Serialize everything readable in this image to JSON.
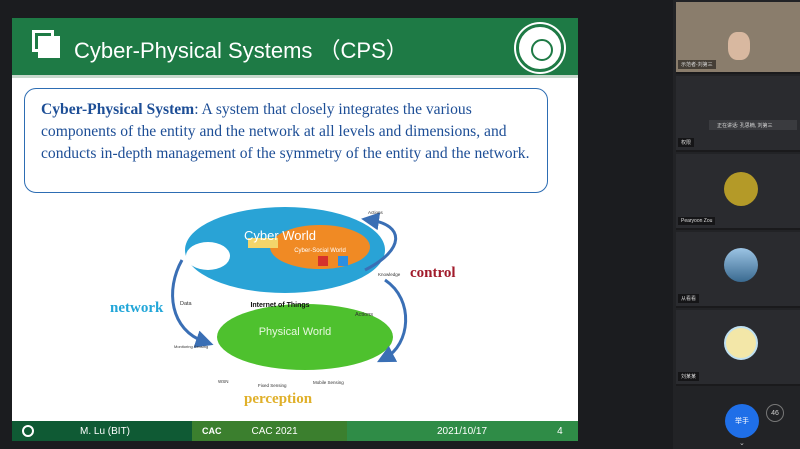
{
  "slide": {
    "title": "Cyber-Physical Systems （CPS）",
    "definition_term": "Cyber-Physical System",
    "definition_text": ": A system that closely integrates the various components of the entity and the network at all levels and dimensions, and conducts in-depth management of the symmetry of the entity and the network.",
    "diagram": {
      "cyber": "Cyber World",
      "social": "Cyber-Social World",
      "iot": "Internet of Things",
      "physical": "Physical World",
      "actions_top": "Actions",
      "knowledge": "Knowledge",
      "data": "Data",
      "actions_right": "Actions",
      "monitoring": "Monitoring Sensing",
      "wsn": "WSN",
      "fixed": "Fixed Sensing",
      "mobile": "Mobile Sensing"
    },
    "labels": {
      "network": "network",
      "control": "control",
      "perception": "perception"
    },
    "footer": {
      "author": "M. Lu (BIT)",
      "conf": "CAC 2021",
      "date": "2021/10/17",
      "page": "4"
    }
  },
  "participants": [
    {
      "name": "示范者-刘第三"
    },
    {
      "name": "权限"
    },
    {
      "name": "Pearyoon Zou"
    },
    {
      "name": "从看看"
    },
    {
      "name": "刘某某"
    }
  ],
  "banner": "正在讲话: 孔思楠, 刘第三",
  "controls": {
    "raise": "举手",
    "net": "46"
  }
}
